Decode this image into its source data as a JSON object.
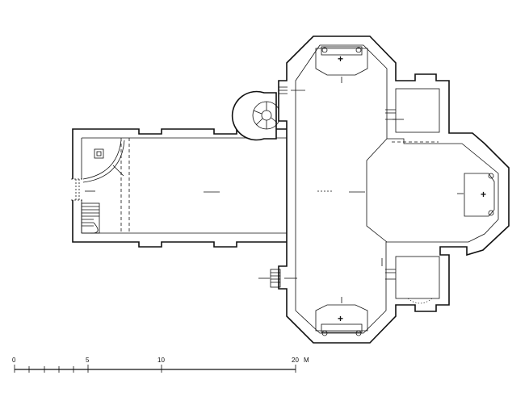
{
  "scale_bar": {
    "labels": [
      "0",
      "5",
      "10",
      "20"
    ],
    "unit": "M"
  },
  "altar_symbol": "+"
}
